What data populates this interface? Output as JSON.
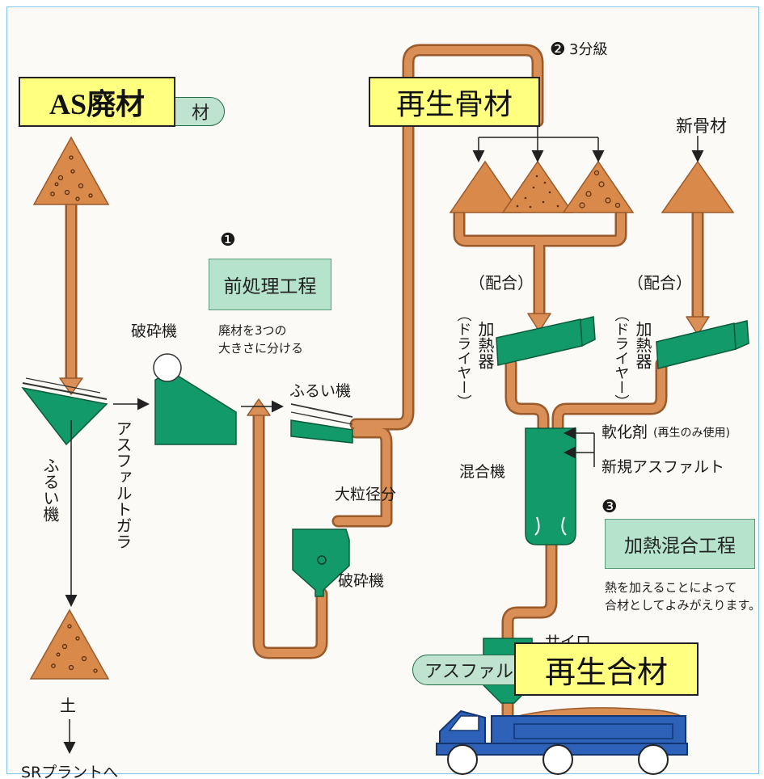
{
  "overlays": {
    "as_waste": "AS廃材",
    "recycled_aggregate": "再生骨材",
    "recycled_mix": "再生合材"
  },
  "labels": {
    "waste_tag_partial": "材",
    "new_aggregate": "新骨材",
    "step1_marker": "❶",
    "step1_title": "前処理工程",
    "step1_note": [
      "廃材を3つの",
      "大きさに分ける"
    ],
    "crusher_top": "破砕機",
    "sieve_right": "ふるい機",
    "sieve_left": "ふるい機",
    "asphalt_rubble": "アスファルトガラ",
    "large_particles": "大粒径分",
    "crusher_bottom": "破砕機",
    "soil": "土",
    "to_sr_plant": "SRプラントへ",
    "step2_marker": "❷",
    "step2_text": "3分級",
    "blend_left": "（配合）",
    "blend_right": "（配合）",
    "dryer": "（ドライヤー）",
    "heater": "加熱器",
    "softener": "軟化剤",
    "softener_note": "(再生のみ使用)",
    "new_asphalt": "新規アスファルト",
    "mixer": "混合機",
    "step3_marker": "❸",
    "step3_title": "加熱混合工程",
    "step3_note": [
      "熱を加えることによって",
      "合材としてよみがえります。"
    ],
    "silo": "サイロ",
    "asphalt_tag_partial": "アスファル"
  },
  "colors": {
    "pipe": "#d98f55",
    "pipe_edge": "#9a5a2b",
    "machine": "#139a6a",
    "aggregate": "#d9894a",
    "truck": "#2e62b8",
    "highlight": "#ffff80",
    "step_box": "#b6e3cc"
  },
  "icons": [
    "circle-1-icon",
    "circle-2-icon",
    "circle-3-icon",
    "truck-icon",
    "arrow-icon"
  ]
}
